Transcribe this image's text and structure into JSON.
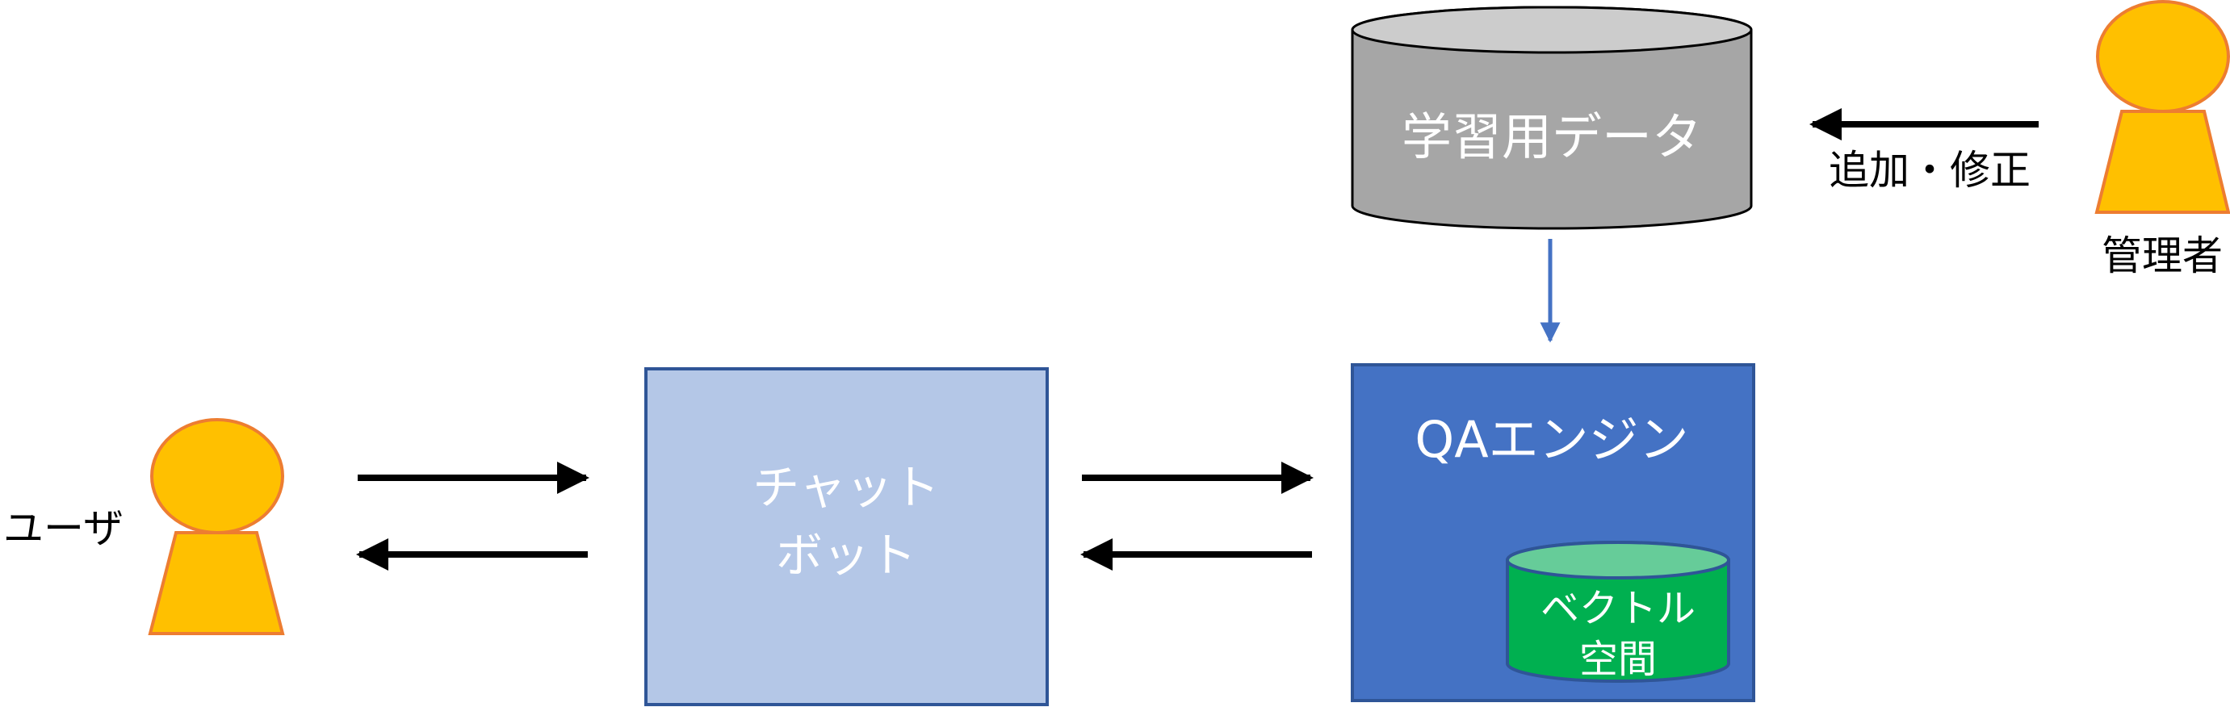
{
  "nodes": {
    "user": {
      "label": "ユーザ"
    },
    "chatbot": {
      "label_line1": "チャット",
      "label_line2": "ボット"
    },
    "qa_engine": {
      "label": "QAエンジン"
    },
    "vector_space": {
      "label_line1": "ベクトル",
      "label_line2": "空間"
    },
    "training_data": {
      "label": "学習用データ"
    },
    "admin": {
      "label": "管理者"
    }
  },
  "edges": {
    "admin_to_data": {
      "label": "追加・修正"
    }
  },
  "colors": {
    "person_fill": "#FFC000",
    "person_stroke": "#ED7D31",
    "chatbot_fill": "#B4C7E7",
    "chatbot_stroke": "#2F5597",
    "qa_fill": "#4472C4",
    "qa_stroke": "#2F5597",
    "vector_body": "#00B050",
    "vector_top": "#66CC99",
    "data_body": "#A6A6A6",
    "data_top": "#CCCCCC",
    "arrow_black": "#000000",
    "arrow_blue": "#4472C4"
  }
}
